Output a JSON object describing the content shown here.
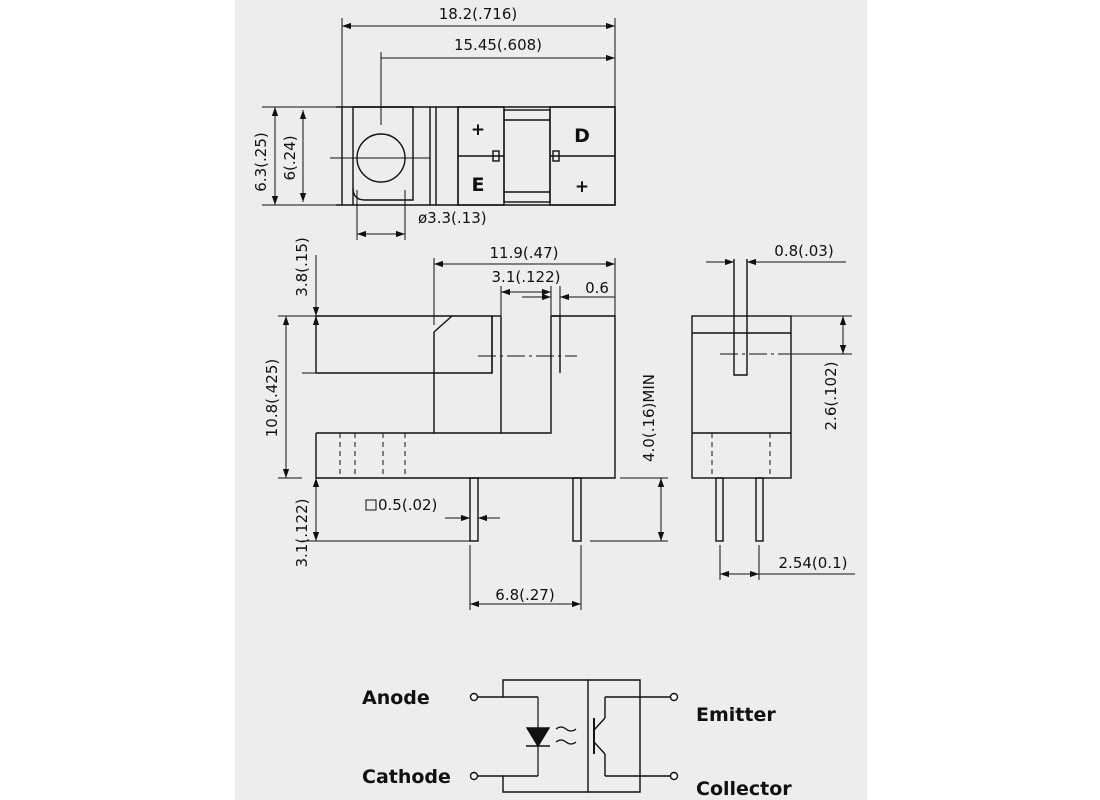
{
  "colors": {
    "page": "#ededed",
    "margin": "#ffffff",
    "ink": "#111111"
  },
  "top_view": {
    "overall_length": "18.2(.716)",
    "lead_span": "15.45(.608)",
    "body_width_outer": "6.3(.25)",
    "body_width_inner": "6(.24)",
    "hole_diameter": "ø3.3(.13)",
    "pad_top_left": "+",
    "pad_bottom_left": "E",
    "pad_top_right": "D",
    "pad_bottom_right": "+"
  },
  "front_view": {
    "width": "11.9(.47)",
    "slot_width": "3.1(.122)",
    "wall": "0.6",
    "top_height": "3.8(.15)",
    "total_height": "10.8(.425)",
    "lead_length": "3.1(.122)",
    "lead_square": "0.5(.02)",
    "lead_pitch": "6.8(.27)",
    "slot_depth": "4.0(.16)MIN"
  },
  "side_view": {
    "slot_width": "0.8(.03)",
    "height": "2.6(.102)",
    "lead_pitch": "2.54(0.1)"
  },
  "schematic": {
    "anode": "Anode",
    "cathode": "Cathode",
    "emitter": "Emitter",
    "collector": "Collector"
  }
}
